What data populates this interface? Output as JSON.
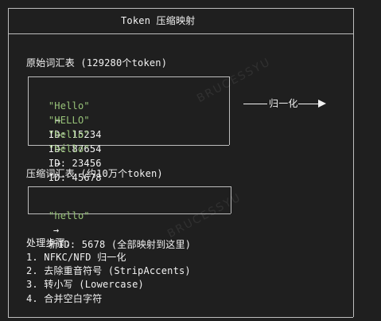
{
  "header": {
    "title": "Token 压缩映射"
  },
  "original": {
    "heading": "原始词汇表 (129280个token)",
    "rows": [
      {
        "token": "\"Hello\"",
        "arrow": "→",
        "id_label": "ID: 15234"
      },
      {
        "token": "\"HELLO\"",
        "arrow": "→",
        "id_label": "ID: 87654"
      },
      {
        "token": "\"hello\"",
        "arrow": "→",
        "id_label": "ID: 23456"
      },
      {
        "token": "\"héllo\"",
        "arrow": "→",
        "id_label": "ID: 45678"
      }
    ]
  },
  "normalize_arrow": {
    "label": "归一化"
  },
  "compressed": {
    "heading": "压缩词汇表 (约10万个token)",
    "row": {
      "token": "\"hello\"",
      "arrow": "→",
      "id_label": "新ID: 5678 (全部映射到这里)"
    }
  },
  "steps": {
    "heading": "处理步骤:",
    "items": [
      "1. NFKC/NFD 归一化",
      "2. 去除重音符号 (StripAccents)",
      "3. 转小写 (Lowercase)",
      "4. 合并空白字符"
    ]
  },
  "watermark": {
    "text": "BRUCESSYU"
  },
  "colors": {
    "background": "#1f1f1f",
    "text": "#f2f2f2",
    "token_green": "#98c379",
    "border": "#bdbdbd"
  }
}
